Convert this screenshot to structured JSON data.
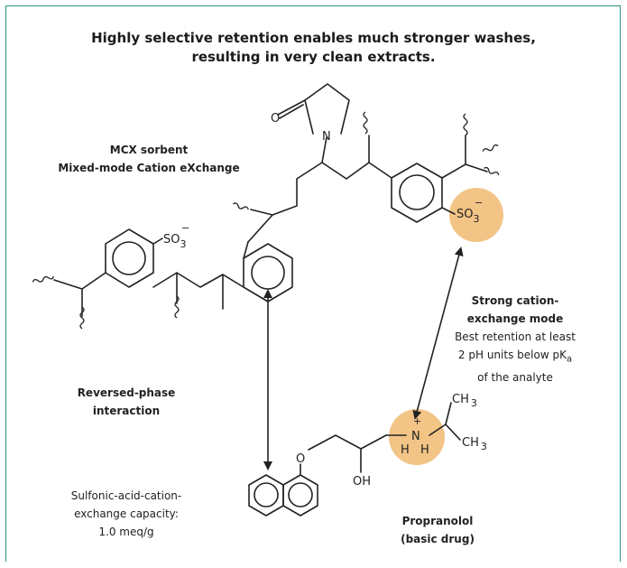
{
  "title": {
    "line1": "Highly selective retention enables much stronger washes,",
    "line2": "resulting in very clean extracts."
  },
  "sorbent": {
    "line1": "MCX sorbent",
    "line2": "Mixed-mode Cation eXchange"
  },
  "cation_exchange": {
    "heading1": "Strong cation-",
    "heading2": "exchange mode",
    "text1": "Best retention at least",
    "text2": "2 pH units below pK",
    "text2_sub": "a",
    "text3": "of the analyte"
  },
  "reversed_phase": {
    "line1": "Reversed-phase",
    "line2": "interaction"
  },
  "capacity": {
    "line1": "Sulfonic-acid-cation-",
    "line2": "exchange capacity:",
    "line3": "1.0 meq/g"
  },
  "drug": {
    "line1": "Propranolol",
    "line2": "(basic drug)"
  },
  "atoms": {
    "oxygen_carbonyl": "O",
    "nitrogen_ring": "N",
    "sulfonate": "SO",
    "sulfonate_sub": "3",
    "sulfonate_sup": "−",
    "ether_oxygen": "O",
    "hydroxyl": "OH",
    "amine_n": "N",
    "amine_charge": "+",
    "amine_h1": "H",
    "amine_h2": "H",
    "methyl": "CH",
    "methyl_sub": "3"
  },
  "colors": {
    "frame": "#2e8f80",
    "highlight": "#f2c486",
    "bond": "#222222"
  }
}
